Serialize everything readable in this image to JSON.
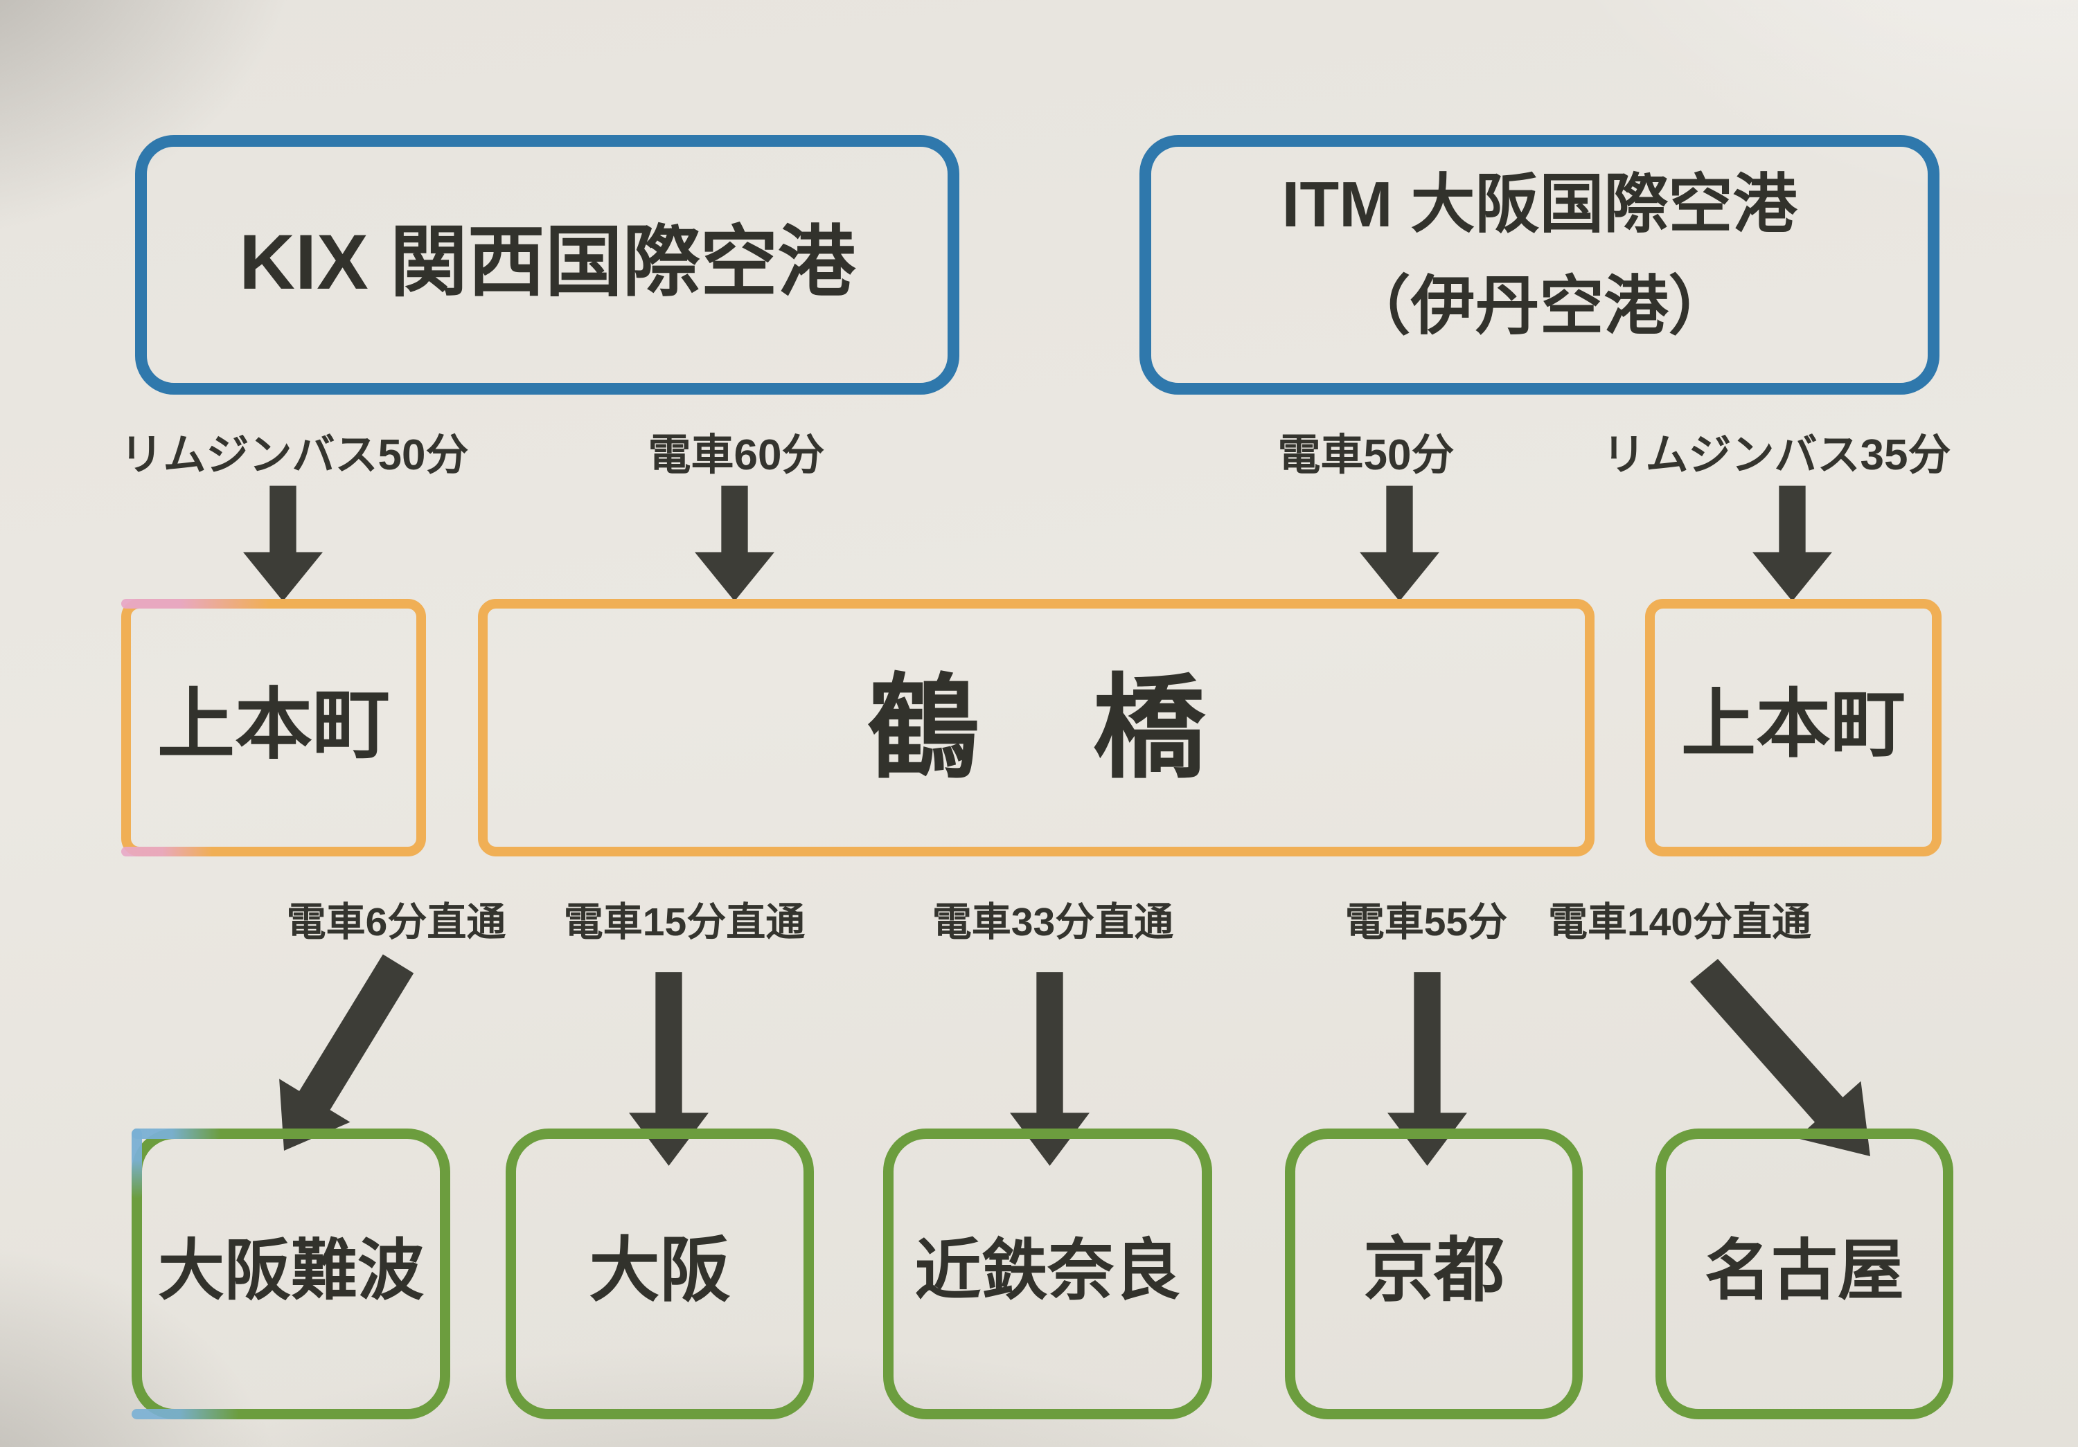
{
  "diagram": {
    "airports": [
      {
        "label": "KIX 関西国際空港"
      },
      {
        "label_line1": "ITM 大阪国際空港",
        "label_line2": "（伊丹空港）"
      }
    ],
    "hubs": [
      {
        "label": "上本町"
      },
      {
        "label": "鶴　橋"
      },
      {
        "label": "上本町"
      }
    ],
    "destinations": [
      {
        "label": "大阪難波"
      },
      {
        "label": "大阪"
      },
      {
        "label": "近鉄奈良"
      },
      {
        "label": "京都"
      },
      {
        "label": "名古屋"
      }
    ],
    "airport_to_hub_routes": [
      {
        "label": "リムジンバス50分",
        "from": "KIX 関西国際空港",
        "to": "上本町"
      },
      {
        "label": "電車60分",
        "from": "KIX 関西国際空港",
        "to": "鶴橋"
      },
      {
        "label": "電車50分",
        "from": "ITM 大阪国際空港（伊丹空港）",
        "to": "鶴橋"
      },
      {
        "label": "リムジンバス35分",
        "from": "ITM 大阪国際空港（伊丹空港）",
        "to": "上本町"
      }
    ],
    "hub_to_destination_routes": [
      {
        "label": "電車6分直通",
        "to": "大阪難波"
      },
      {
        "label": "電車15分直通",
        "to": "大阪"
      },
      {
        "label": "電車33分直通",
        "to": "近鉄奈良"
      },
      {
        "label": "電車55分",
        "to": "京都"
      },
      {
        "label": "電車140分直通",
        "to": "名古屋"
      }
    ],
    "colors": {
      "background": "#eae7e1",
      "airport_border_blue": "#2f78ac",
      "hub_border_orange": "#f0af55",
      "destination_border_green": "#6c9d3e",
      "arrow_dark": "#3d3d37",
      "text": "#32322c",
      "marker_tint_pink": "#e8a8c6",
      "marker_tint_light_blue": "#7ab0d4"
    }
  }
}
